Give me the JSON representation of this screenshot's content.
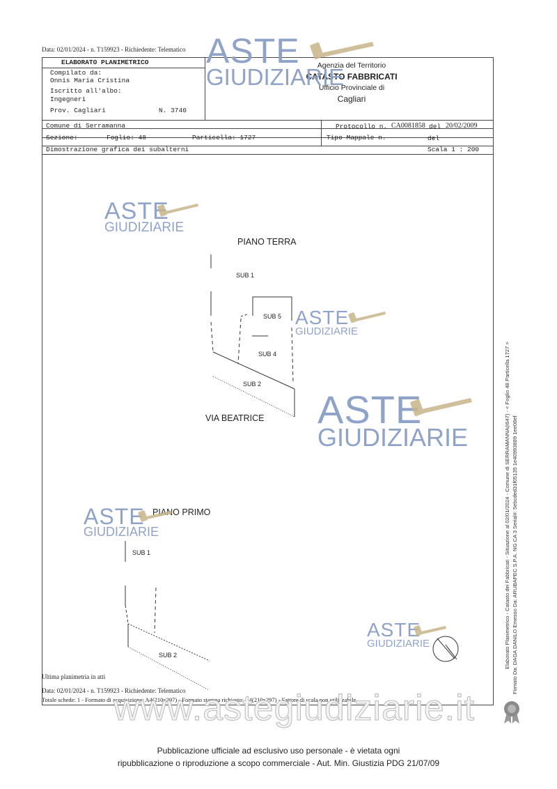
{
  "header_top": "Data: 02/01/2024 - n. T159923 - Richiedente: Telematico",
  "elaborato": {
    "title": "ELABORATO PLANIMETRICO",
    "compilato_label": "Compilato da:",
    "compilato_name": "Onnis Maria Cristina",
    "iscritto_label": "Iscritto all'albo:",
    "albo": "Ingegneri",
    "prov": "Prov. Cagliari",
    "numero": "N.  3740"
  },
  "agency": {
    "name": "Agenzia del Territorio",
    "catasto": "CATASTO FABBRICATI",
    "ufficio": "Ufficio Provinciale di",
    "city": "Cagliari"
  },
  "cadastral": {
    "comune": "Comune di Serramanna",
    "protocollo_label": "Protocollo n.",
    "protocollo_value": "CA0081858",
    "del_label": "del",
    "del_value": "20/02/2009",
    "sezione": "Sezione:",
    "foglio": "Foglio: 48",
    "particella": "Particella: 1727",
    "tipo_mappale": "Tipo Mappale n.",
    "del2": "del",
    "dimostrazione": "Dimostrazione grafica dei subalterni",
    "scala": "Scala 1 : 200"
  },
  "drawing": {
    "piano_terra": "PIANO TERRA",
    "sub1": "SUB 1",
    "sub5": "SUB 5",
    "sub4": "SUB 4",
    "sub2": "SUB 2",
    "via": "VIA BEATRICE",
    "piano_primo": "PIANO PRIMO",
    "pp_sub1": "SUB 1",
    "pp_sub2": "SUB 2"
  },
  "watermark": {
    "aste": "ASTE",
    "giudiziarie": "GIUDIZIARIE"
  },
  "bottom": {
    "ultima": "Ultima planimetria in atti",
    "data": "Data: 02/01/2024 - n. T159923 - Richiedente: Telematico",
    "totale": "Totale schede: 1 - Formato di acquisizione: A4(210x297) - Formato stampa richiesto: A4(210x297) - Fattore di scala non utilizzabile"
  },
  "side_signature": {
    "line1": "Elaborato Planimetrico - Catasto dei Fabbricati - Situazione al 02/01/2024 - Comune di SERRAMANNA(I647) - < Foglio 48 Particella 1727 >",
    "line2": "Firmato Da: DAGA DANILO Emesso Da: ARUBAPEC S.P.A. NG CA 3 Serial#: 5ebcded31f05135 1e40993889 1ee08ef"
  },
  "site": "www.astegiudiziarie.it",
  "footer": {
    "line1": "Pubblicazione ufficiale ad esclusivo uso personale - è vietata ogni",
    "line2": "ripubblicazione o riproduzione a scopo commerciale - Aut. Min. Giustizia PDG 21/07/09"
  },
  "colors": {
    "watermark": "#8fa3c9",
    "gavel": "#c8b48a"
  }
}
